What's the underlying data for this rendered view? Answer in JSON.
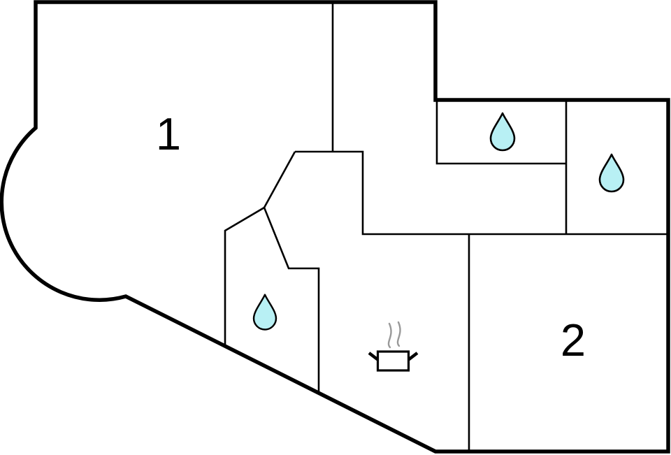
{
  "plan": {
    "type": "floor-plan",
    "rooms": [
      {
        "id": "room-1",
        "label": "1"
      },
      {
        "id": "room-2",
        "label": "2"
      }
    ],
    "icons": [
      {
        "name": "water-drop-icon",
        "location": "upper-middle-bathroom"
      },
      {
        "name": "water-drop-icon",
        "location": "right-bathroom"
      },
      {
        "name": "water-drop-icon",
        "location": "lower-middle-bathroom"
      },
      {
        "name": "cooking-pot-icon",
        "location": "kitchen"
      }
    ]
  },
  "colors": {
    "wall": "#000000",
    "background": "#ffffff",
    "drop_fill": "#b8f0f4",
    "steam": "#999999"
  }
}
